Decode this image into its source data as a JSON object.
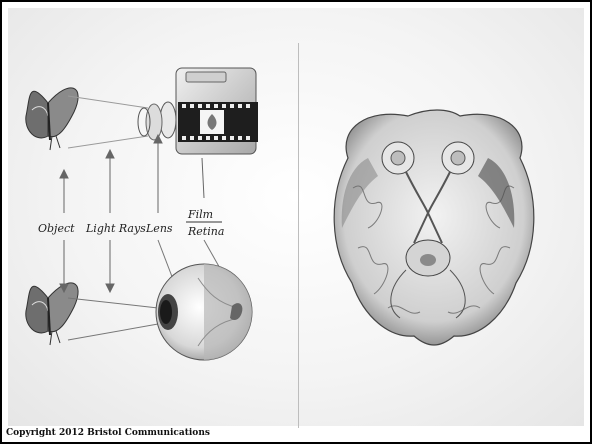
{
  "labels": {
    "object": "Object",
    "light_rays": "Light Rays",
    "lens": "Lens",
    "film": "Film",
    "retina": "Retina"
  },
  "footer": {
    "copyright": "Copyright 2012 Bristol Communications"
  }
}
